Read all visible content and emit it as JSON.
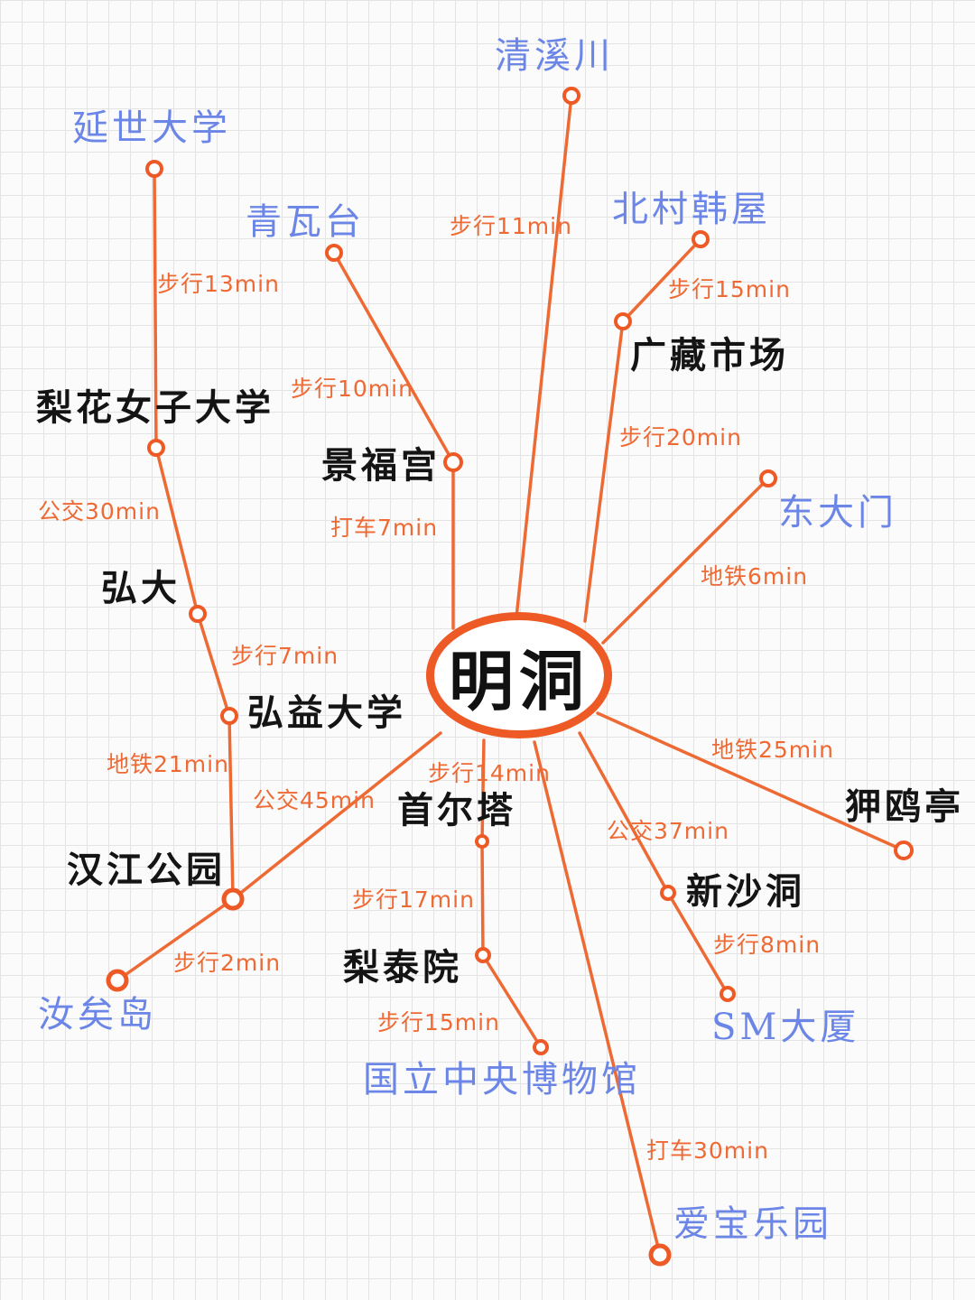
{
  "colors": {
    "route": "#ee6a35",
    "node": "#ee5a26",
    "destination": "#6b86e6",
    "station": "#141414"
  },
  "center": "明洞",
  "places": {
    "qingxichuan": "清溪川",
    "yonsei": "延世大学",
    "cheongwadae": "青瓦台",
    "bukchon": "北村韩屋",
    "gwangjang": "广藏市场",
    "ewha": "梨花女子大学",
    "gyeongbokgung": "景福宫",
    "dongdaemun": "东大门",
    "hongdae": "弘大",
    "hongik": "弘益大学",
    "apgujeong": "狎鸥亭",
    "namsan": "首尔塔",
    "hangang": "汉江公园",
    "sinsa": "新沙洞",
    "itaewon": "梨泰院",
    "yeouido": "汝矣岛",
    "coex": "SM大厦",
    "museum": "国立中央博物馆",
    "everland": "爱宝乐园"
  },
  "routes": {
    "qingxichuan": "步行11min",
    "yonsei": "步行13min",
    "bukchon": "步行15min",
    "cheongwadae": "步行10min",
    "gwangjang": "步行20min",
    "gyeongbokgung": "打车7min",
    "ewha": "公交30min",
    "dongdaemun": "地铁6min",
    "hongdae": "步行7min",
    "hongik": "地铁21min",
    "hangang": "公交45min",
    "namsan": "步行14min",
    "apgujeong": "地铁25min",
    "sinsa": "公交37min",
    "itaewon": "步行17min",
    "coex": "步行8min",
    "yeouido": "步行2min",
    "museum": "步行15min",
    "everland": "打车30min"
  }
}
